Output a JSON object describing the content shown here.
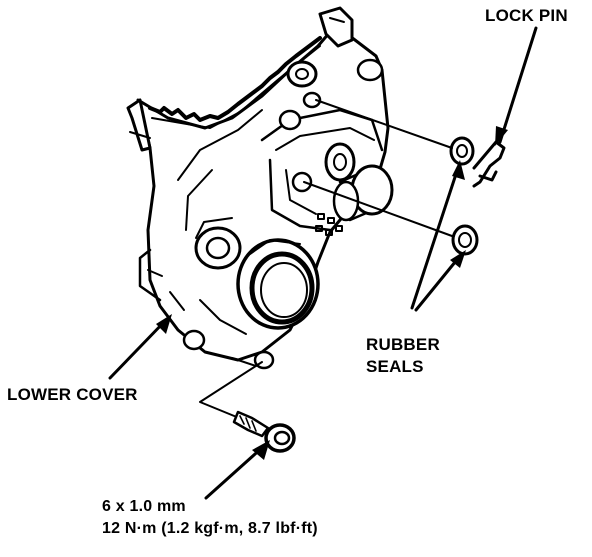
{
  "labels": {
    "lock_pin": "LOCK PIN",
    "rubber_seals_line1": "RUBBER",
    "rubber_seals_line2": "SEALS",
    "lower_cover": "LOWER COVER",
    "bolt_size": "6 x 1.0 mm",
    "torque": "12 N·m (1.2 kgf·m, 8.7 lbf·ft)"
  },
  "colors": {
    "ink": "#000000",
    "background": "#ffffff"
  }
}
